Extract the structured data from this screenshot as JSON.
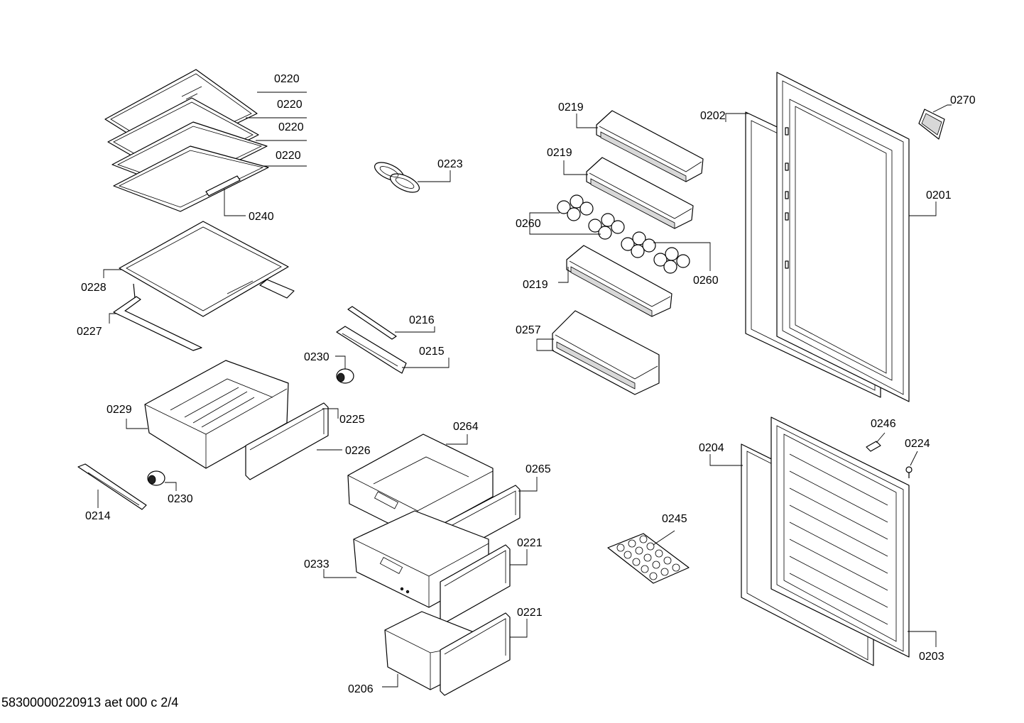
{
  "footer": "58300000220913 aet 000 c 2/4",
  "labels": {
    "l0220a": "0220",
    "l0220b": "0220",
    "l0220c": "0220",
    "l0220d": "0220",
    "l0240": "0240",
    "l0223": "0223",
    "l0228": "0228",
    "l0227": "0227",
    "l0216": "0216",
    "l0215": "0215",
    "l0230a": "0230",
    "l0229": "0229",
    "l0225": "0225",
    "l0226": "0226",
    "l0230b": "0230",
    "l0214": "0214",
    "l0264": "0264",
    "l0265": "0265",
    "l0233": "0233",
    "l0221a": "0221",
    "l0221b": "0221",
    "l0206": "0206",
    "l0219a": "0219",
    "l0219b": "0219",
    "l0260a": "0260",
    "l0260b": "0260",
    "l0219c": "0219",
    "l0257": "0257",
    "l0202": "0202",
    "l0201": "0201",
    "l0270": "0270",
    "l0246": "0246",
    "l0224": "0224",
    "l0204": "0204",
    "l0245": "0245",
    "l0203": "0203"
  }
}
